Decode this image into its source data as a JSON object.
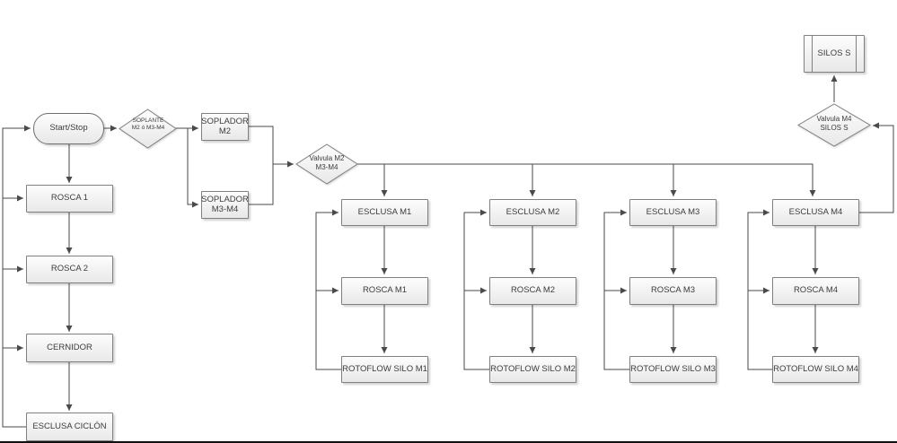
{
  "nodes": {
    "start_stop": "Start/Stop",
    "soplante_decision": {
      "line1": "SOPLANTE",
      "line2": "M2 ó M3-M4"
    },
    "soplador_m2": {
      "line1": "SOPLADOR",
      "line2": "M2"
    },
    "soplador_m3_m4": {
      "line1": "SOPLADOR",
      "line2": "M3-M4"
    },
    "rosca_1": "ROSCA 1",
    "rosca_2": "ROSCA 2",
    "cernidor": "CERNIDOR",
    "esclusa_ciclon": "ESCLUSA CICLÓN",
    "valvula_m2_decision": {
      "line1": "Valvula M2",
      "line2": "M3-M4"
    },
    "valvula_m4_decision": {
      "line1": "Valvula M4",
      "line2": "SILOS S"
    },
    "silos_s": "SILOS S"
  },
  "machine_columns": [
    {
      "esclusa": "ESCLUSA M1",
      "rosca": "ROSCA M1",
      "rotoflow": "ROTOFLOW SILO M1"
    },
    {
      "esclusa": "ESCLUSA M2",
      "rosca": "ROSCA M2",
      "rotoflow": "ROTOFLOW SILO M2"
    },
    {
      "esclusa": "ESCLUSA M3",
      "rosca": "ROSCA M3",
      "rotoflow": "ROTOFLOW SILO M3"
    },
    {
      "esclusa": "ESCLUSA M4",
      "rosca": "ROSCA M4",
      "rotoflow": "ROTOFLOW SILO M4"
    }
  ],
  "colors": {
    "line": "#4a4a4a",
    "node_border": "#808080",
    "node_fill_top": "#fdfdfd",
    "node_fill_bottom": "#e8e8e8",
    "text": "#3d3d3d",
    "background": "#ffffff",
    "bottom_bar": "#111111"
  }
}
